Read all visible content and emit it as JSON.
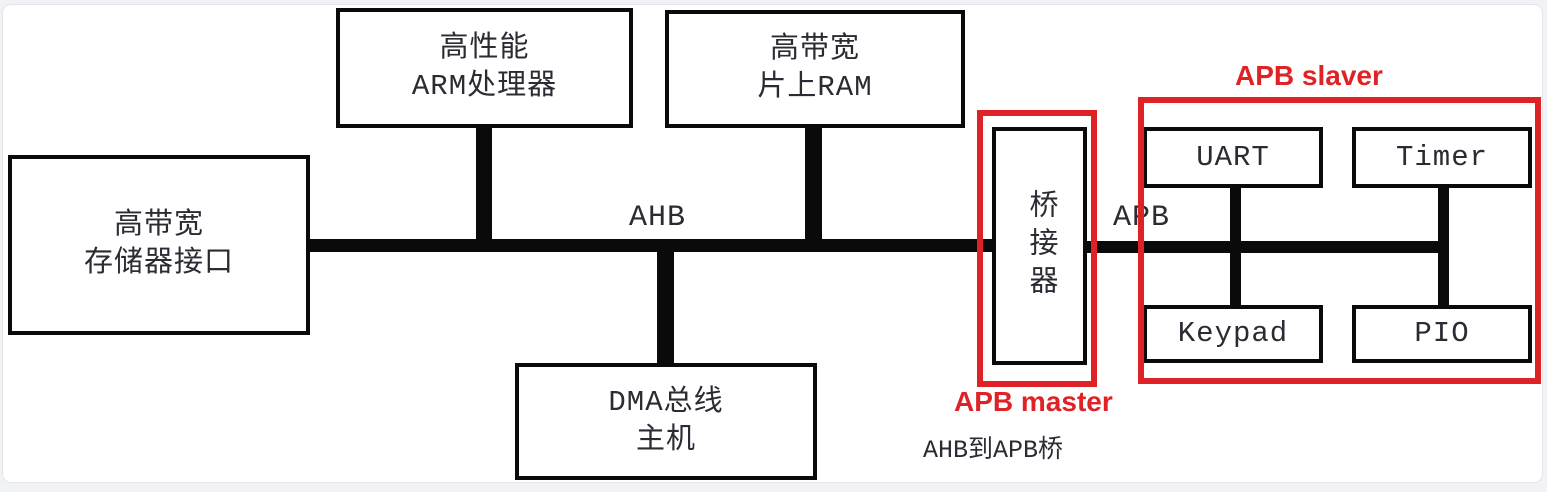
{
  "diagram": {
    "title_implicit": "AHB/APB bus architecture diagram",
    "colors": {
      "line_black": "#0a0a0a",
      "text_dark": "#2b2b33",
      "highlight_red": "#df2226",
      "card_background": "#ffffff",
      "page_background": "#f1f2f5"
    },
    "nodes": {
      "mem": {
        "lines": [
          "高带宽",
          "存储器接口"
        ]
      },
      "arm": {
        "lines": [
          "高性能",
          "ARM处理器"
        ]
      },
      "ram": {
        "lines": [
          "高带宽",
          "片上RAM"
        ]
      },
      "dma": {
        "lines": [
          "DMA总线",
          "主机"
        ]
      },
      "bridge": {
        "label": "桥接器"
      },
      "uart": {
        "label": "UART"
      },
      "timer": {
        "label": "Timer"
      },
      "keypad": {
        "label": "Keypad"
      },
      "pio": {
        "label": "PIO"
      }
    },
    "buses": {
      "ahb_label": "AHB",
      "apb_label": "APB"
    },
    "annotations": {
      "apb_master": "APB master",
      "apb_slaver": "APB slaver",
      "bridge_caption": "AHB到APB桥"
    }
  }
}
